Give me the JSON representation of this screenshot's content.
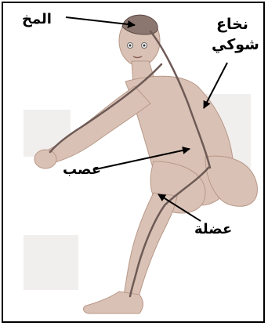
{
  "labels": {
    "brain": "المخ",
    "spinal_cord_line1": "نخاع",
    "spinal_cord_line2": "شوكي",
    "nerve": "عصب",
    "muscle": "عضلة"
  },
  "colors": {
    "skin": "#d9c2b5",
    "skin_shadow": "#b89888",
    "nerve": "#6e5a56",
    "border": "#000000"
  }
}
